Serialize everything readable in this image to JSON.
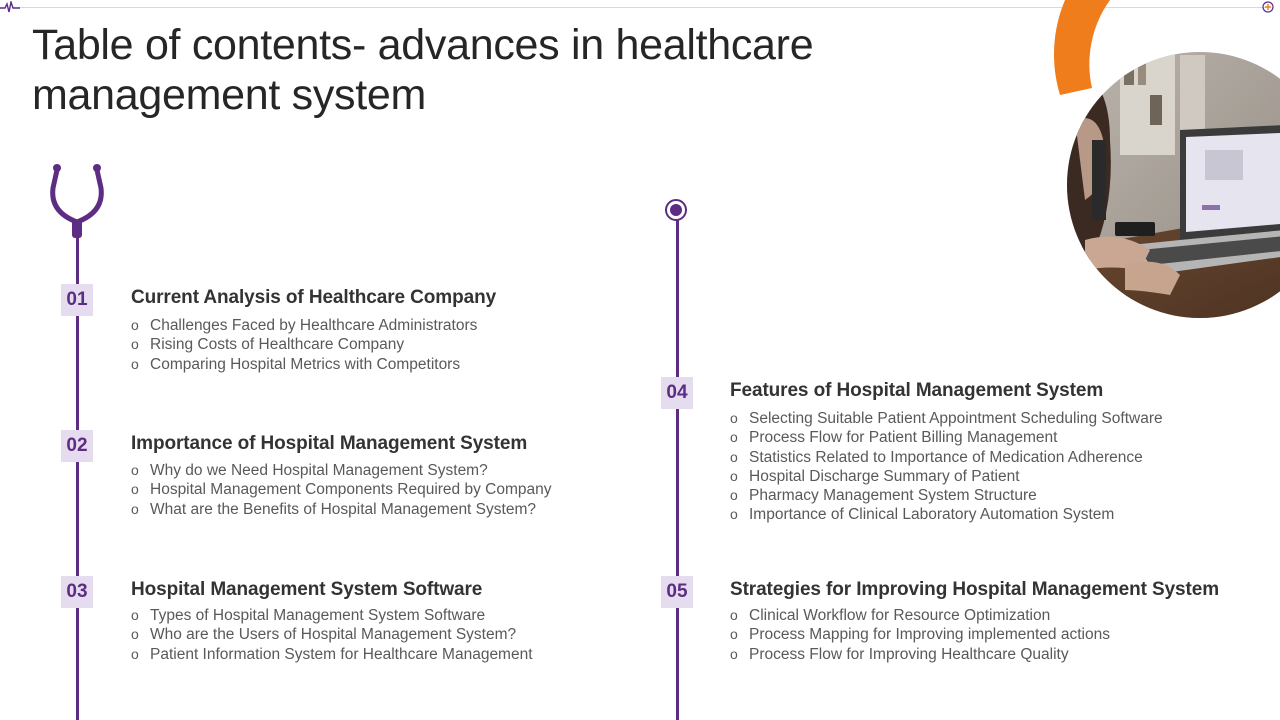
{
  "title": "Table of contents- advances in healthcare management system",
  "colors": {
    "accent": "#5c2d82",
    "badge_bg": "#e6dcef",
    "orange": "#f07d1c"
  },
  "icons": [
    "pulse-icon",
    "plus-circle-icon",
    "stethoscope-icon",
    "laptop-photo"
  ],
  "sections": [
    {
      "number": "01",
      "title": "Current Analysis of Healthcare Company",
      "items": [
        "Challenges Faced by Healthcare Administrators",
        "Rising Costs of Healthcare Company",
        "Comparing Hospital Metrics with Competitors"
      ]
    },
    {
      "number": "02",
      "title": "Importance of Hospital Management System",
      "items": [
        "Why do we Need Hospital Management System?",
        "Hospital Management Components Required by Company",
        "What are the Benefits of Hospital Management System?"
      ]
    },
    {
      "number": "03",
      "title": "Hospital Management System Software",
      "items": [
        "Types of Hospital Management System Software",
        "Who are the Users of Hospital Management System?",
        "Patient Information System for Healthcare Management"
      ]
    },
    {
      "number": "04",
      "title": "Features of Hospital Management System",
      "items": [
        "Selecting Suitable Patient Appointment Scheduling Software",
        "Process Flow for Patient Billing Management",
        "Statistics Related to Importance of Medication Adherence",
        "Hospital Discharge Summary of Patient",
        "Pharmacy Management System Structure",
        "Importance of Clinical Laboratory Automation System"
      ]
    },
    {
      "number": "05",
      "title": "Strategies for Improving Hospital Management System",
      "items": [
        "Clinical Workflow for Resource Optimization",
        "Process Mapping for Improving implemented actions",
        "Process Flow for Improving Healthcare Quality"
      ]
    }
  ],
  "bullet_glyph": "o"
}
